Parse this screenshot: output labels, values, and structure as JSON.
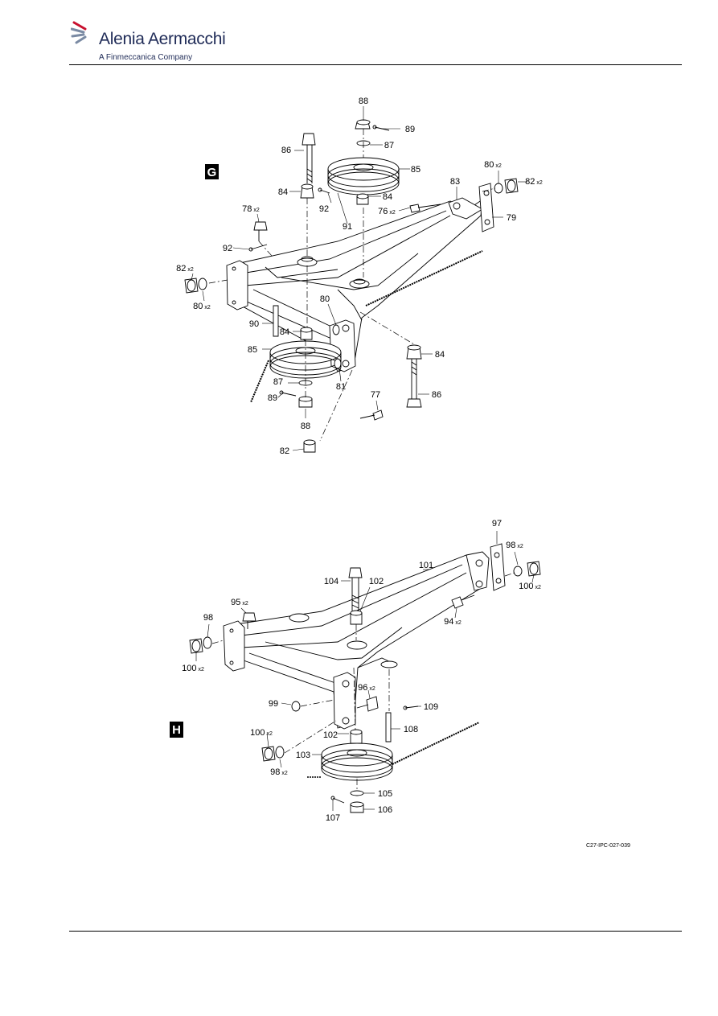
{
  "header": {
    "company_name": "Alenia Aermacchi",
    "company_sub": "A Finmeccanica Company"
  },
  "views": {
    "g": {
      "letter": "G"
    },
    "h": {
      "letter": "H"
    }
  },
  "callouts_g": [
    {
      "id": "88",
      "text": "88"
    },
    {
      "id": "89a",
      "text": "89"
    },
    {
      "id": "86a",
      "text": "86"
    },
    {
      "id": "87a",
      "text": "87"
    },
    {
      "id": "85a",
      "text": "85"
    },
    {
      "id": "84a",
      "text": "84"
    },
    {
      "id": "84b",
      "text": "84"
    },
    {
      "id": "92a",
      "text": "92"
    },
    {
      "id": "91",
      "text": "91"
    },
    {
      "id": "80a",
      "text": "80",
      "qty": "x2"
    },
    {
      "id": "82a",
      "text": "82",
      "qty": "x2"
    },
    {
      "id": "83",
      "text": "83"
    },
    {
      "id": "76",
      "text": "76",
      "qty": "x2"
    },
    {
      "id": "79",
      "text": "79"
    },
    {
      "id": "78",
      "text": "78",
      "qty": "x2"
    },
    {
      "id": "92b",
      "text": "92"
    },
    {
      "id": "82b",
      "text": "82",
      "qty": "x2"
    },
    {
      "id": "80b",
      "text": "80",
      "qty": "x2"
    },
    {
      "id": "80c",
      "text": "80"
    },
    {
      "id": "90",
      "text": "90"
    },
    {
      "id": "84c",
      "text": "84"
    },
    {
      "id": "85b",
      "text": "85"
    },
    {
      "id": "84d",
      "text": "84"
    },
    {
      "id": "87b",
      "text": "87"
    },
    {
      "id": "81",
      "text": "81"
    },
    {
      "id": "86b",
      "text": "86"
    },
    {
      "id": "89b",
      "text": "89"
    },
    {
      "id": "77",
      "text": "77"
    },
    {
      "id": "88b",
      "text": "88"
    },
    {
      "id": "82c",
      "text": "82"
    }
  ],
  "callouts_h": [
    {
      "id": "97",
      "text": "97"
    },
    {
      "id": "98a",
      "text": "98",
      "qty": "x2"
    },
    {
      "id": "101",
      "text": "101"
    },
    {
      "id": "104",
      "text": "104"
    },
    {
      "id": "102a",
      "text": "102"
    },
    {
      "id": "100a",
      "text": "100",
      "qty": "x2"
    },
    {
      "id": "95",
      "text": "95",
      "qty": "x2"
    },
    {
      "id": "94",
      "text": "94",
      "qty": "x2"
    },
    {
      "id": "98b",
      "text": "98"
    },
    {
      "id": "100b",
      "text": "100",
      "qty": "x2"
    },
    {
      "id": "96",
      "text": "96",
      "qty": "x2"
    },
    {
      "id": "99",
      "text": "99"
    },
    {
      "id": "109",
      "text": "109"
    },
    {
      "id": "108",
      "text": "108"
    },
    {
      "id": "100c",
      "text": "100",
      "qty": "x2"
    },
    {
      "id": "102b",
      "text": "102"
    },
    {
      "id": "103",
      "text": "103"
    },
    {
      "id": "98c",
      "text": "98",
      "qty": "x2"
    },
    {
      "id": "105",
      "text": "105"
    },
    {
      "id": "107",
      "text": "107"
    },
    {
      "id": "106",
      "text": "106"
    }
  ],
  "footer": {
    "drawing_code": "C27-IPC-027-039"
  }
}
